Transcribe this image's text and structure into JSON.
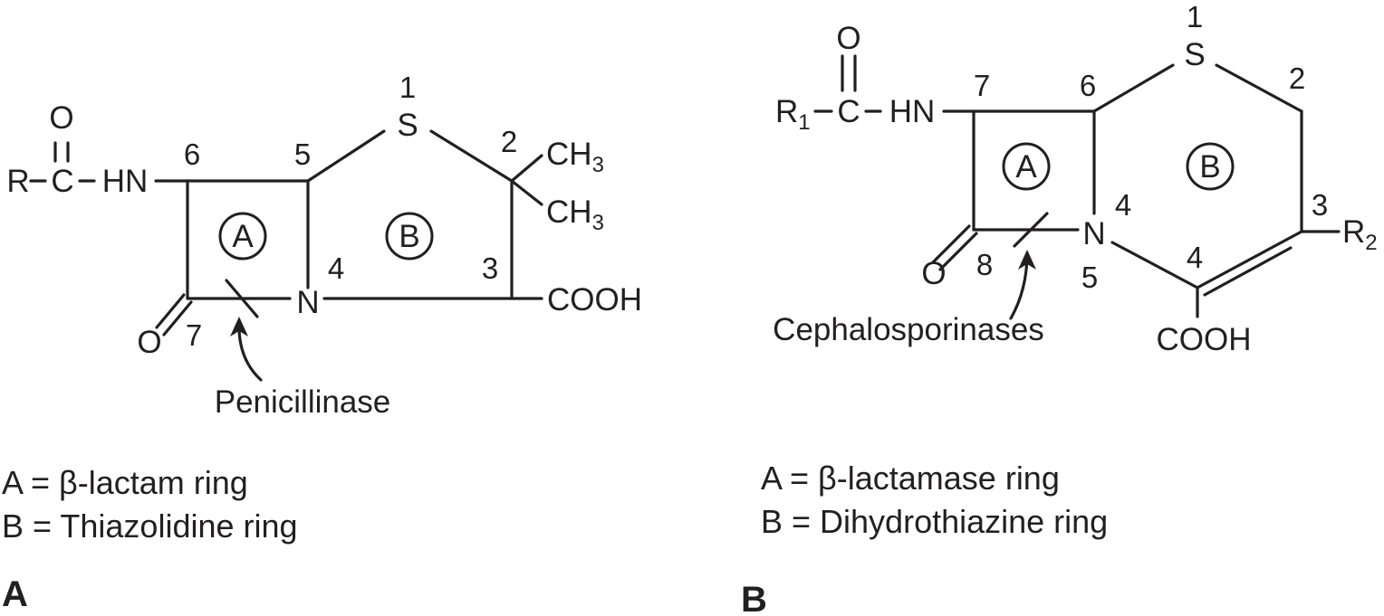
{
  "panel_a": {
    "panel_label": "A",
    "atoms": {
      "oxygen_top": "O",
      "r_group": "R",
      "carbonyl_c": "C",
      "amide_nh": "HN",
      "sulfur": "S",
      "methyl_1": "CH",
      "methyl_1_sub": "3",
      "methyl_2": "CH",
      "methyl_2_sub": "3",
      "nitrogen": "N",
      "cooh": "COOH",
      "lactam_o": "O"
    },
    "ring_numbers": {
      "n1": "1",
      "n2": "2",
      "n3": "3",
      "n4": "4",
      "n5": "5",
      "n6": "6",
      "n7": "7"
    },
    "ring_circles": {
      "ring_a": "A",
      "ring_b": "B"
    },
    "enzyme": "Penicillinase",
    "legend": {
      "line_a": "A = β-lactam ring",
      "line_b": "B = Thiazolidine ring"
    }
  },
  "panel_b": {
    "panel_label": "B",
    "atoms": {
      "oxygen_top": "O",
      "r1_group": "R",
      "r1_sub": "1",
      "carbonyl_c": "C",
      "amide_nh": "HN",
      "sulfur": "S",
      "nitrogen": "N",
      "r2_group": "R",
      "r2_sub": "2",
      "cooh": "COOH",
      "lactam_o": "O"
    },
    "ring_numbers": {
      "n1": "1",
      "n2": "2",
      "n3": "3",
      "n4_ring": "4",
      "n4_chain": "4",
      "n5": "5",
      "n6": "6",
      "n7": "7",
      "n8": "8"
    },
    "ring_circles": {
      "ring_a": "A",
      "ring_b": "B"
    },
    "enzyme": "Cephalosporinases",
    "legend": {
      "line_a": "A = β-lactamase ring",
      "line_b": "B = Dihydrothiazine ring"
    }
  }
}
